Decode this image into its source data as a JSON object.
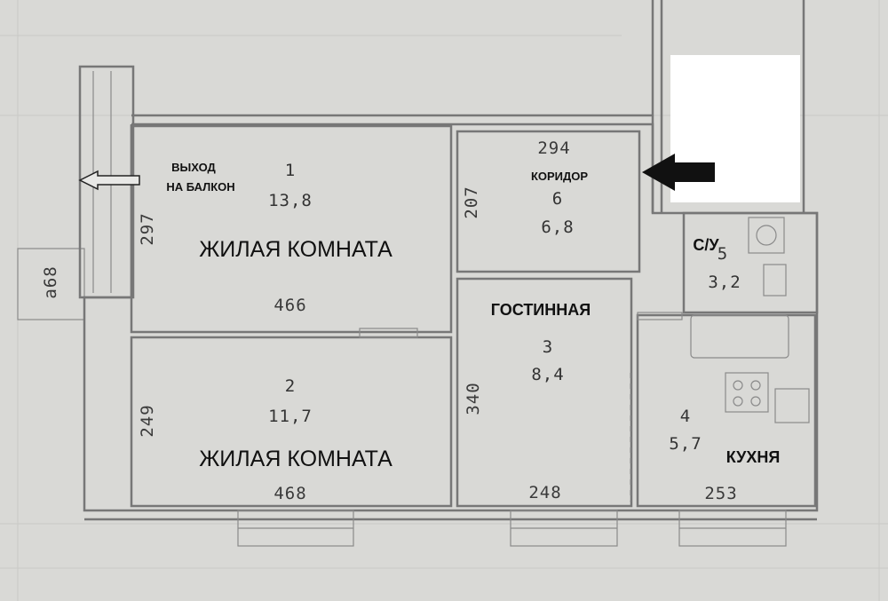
{
  "balcony": {
    "label_line1": "ВЫХОД",
    "label_line2": "НА БАЛКОН"
  },
  "outside_dim": "а68",
  "rooms": {
    "room1": {
      "number": "1",
      "area": "13,8",
      "label": "ЖИЛАЯ КОМНАТА",
      "width": "466",
      "height": "297"
    },
    "room2": {
      "number": "2",
      "area": "11,7",
      "label": "ЖИЛАЯ КОМНАТА",
      "width": "468",
      "height": "249"
    },
    "room3": {
      "number": "3",
      "area": "8,4",
      "label": "ГОСТИННАЯ",
      "width": "248",
      "height": "340"
    },
    "room4": {
      "number": "4",
      "area": "5,7",
      "label": "КУХНЯ",
      "width": "253"
    },
    "room5": {
      "number": "5",
      "area": "3,2",
      "label": "С/У"
    },
    "room6": {
      "number": "6",
      "area": "6,8",
      "label": "КОРИДОР",
      "width": "294",
      "height": "207"
    }
  },
  "colors": {
    "background": "#d9d9d6",
    "walls": "#777777",
    "text": "#111111",
    "arrow": "#111111"
  }
}
